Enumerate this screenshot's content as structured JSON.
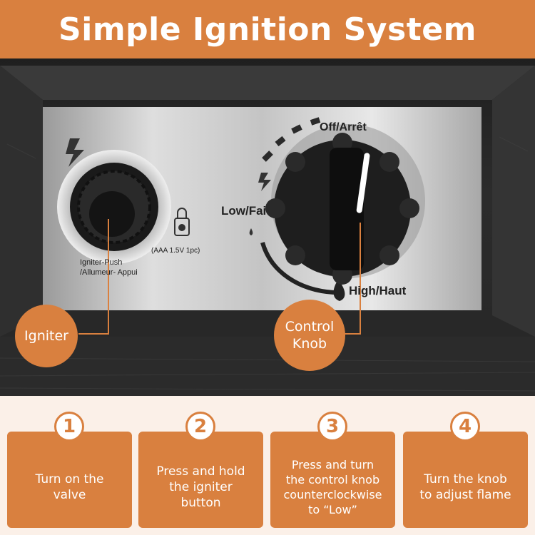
{
  "header": {
    "title": "Simple Ignition System"
  },
  "panel": {
    "knob_labels": {
      "off": "Off/Arrêt",
      "low": "Low/Fai",
      "high": "High/Haut"
    },
    "igniter_label": "Igniter-Push\n/Allumeur- Appui",
    "battery_label": "(AAA 1.5V 1pc)"
  },
  "callouts": {
    "igniter": "Igniter",
    "control_knob": "Control\nKnob"
  },
  "steps": [
    {
      "number": "1",
      "text": "Turn on the\nvalve"
    },
    {
      "number": "2",
      "text": "Press and hold\nthe igniter\nbutton"
    },
    {
      "number": "3",
      "text": "Press and turn\nthe control knob\ncounterclockwise\nto “Low”"
    },
    {
      "number": "4",
      "text": "Turn the knob\nto adjust flame"
    }
  ],
  "colors": {
    "accent": "#d9803f",
    "background": "#fbf0e8",
    "panel_dark": "#262626"
  }
}
